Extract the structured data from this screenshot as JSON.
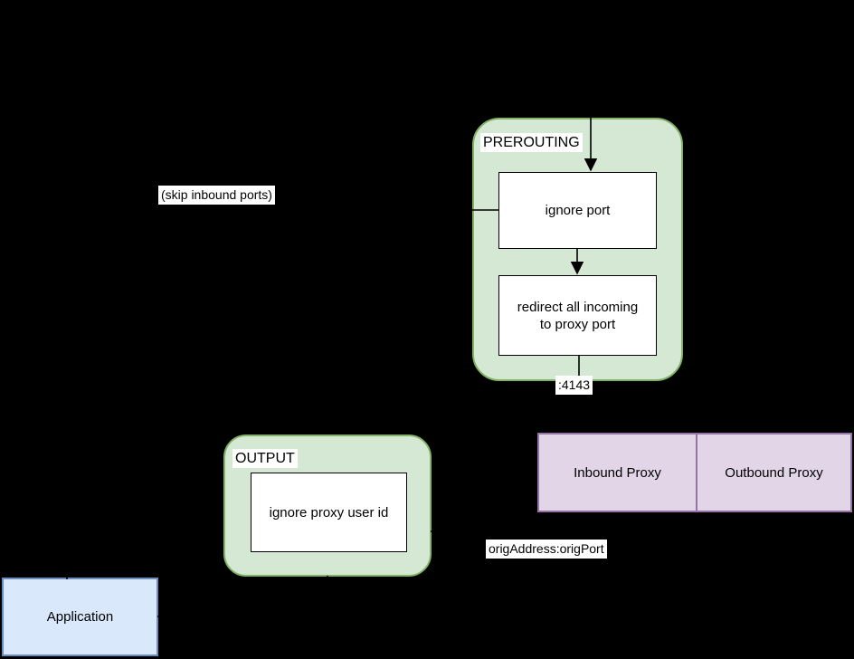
{
  "diagram": {
    "background": "#000000",
    "colors": {
      "chain_fill": "#d5e8d4",
      "chain_border": "#82b366",
      "proxy_fill": "#e1d5e7",
      "proxy_border": "#9673a6",
      "app_fill": "#dae8fc",
      "app_border": "#6c8ebf",
      "rule_fill": "#ffffff",
      "edge": "#000000"
    },
    "prerouting": {
      "label": "PREROUTING",
      "nodes": [
        {
          "label": "ignore port"
        },
        {
          "label": "redirect all incoming to proxy port"
        }
      ]
    },
    "output_chain": {
      "label": "OUTPUT",
      "nodes": [
        {
          "label": "ignore proxy user id"
        }
      ]
    },
    "proxies": [
      {
        "label": "Inbound Proxy"
      },
      {
        "label": "Outbound Proxy"
      }
    ],
    "application": {
      "label": "Application"
    },
    "labels": {
      "skip_inbound_ports": "(skip inbound ports)",
      "proxy_port": ":4143",
      "orig_address": "origAddress:origPort"
    }
  }
}
